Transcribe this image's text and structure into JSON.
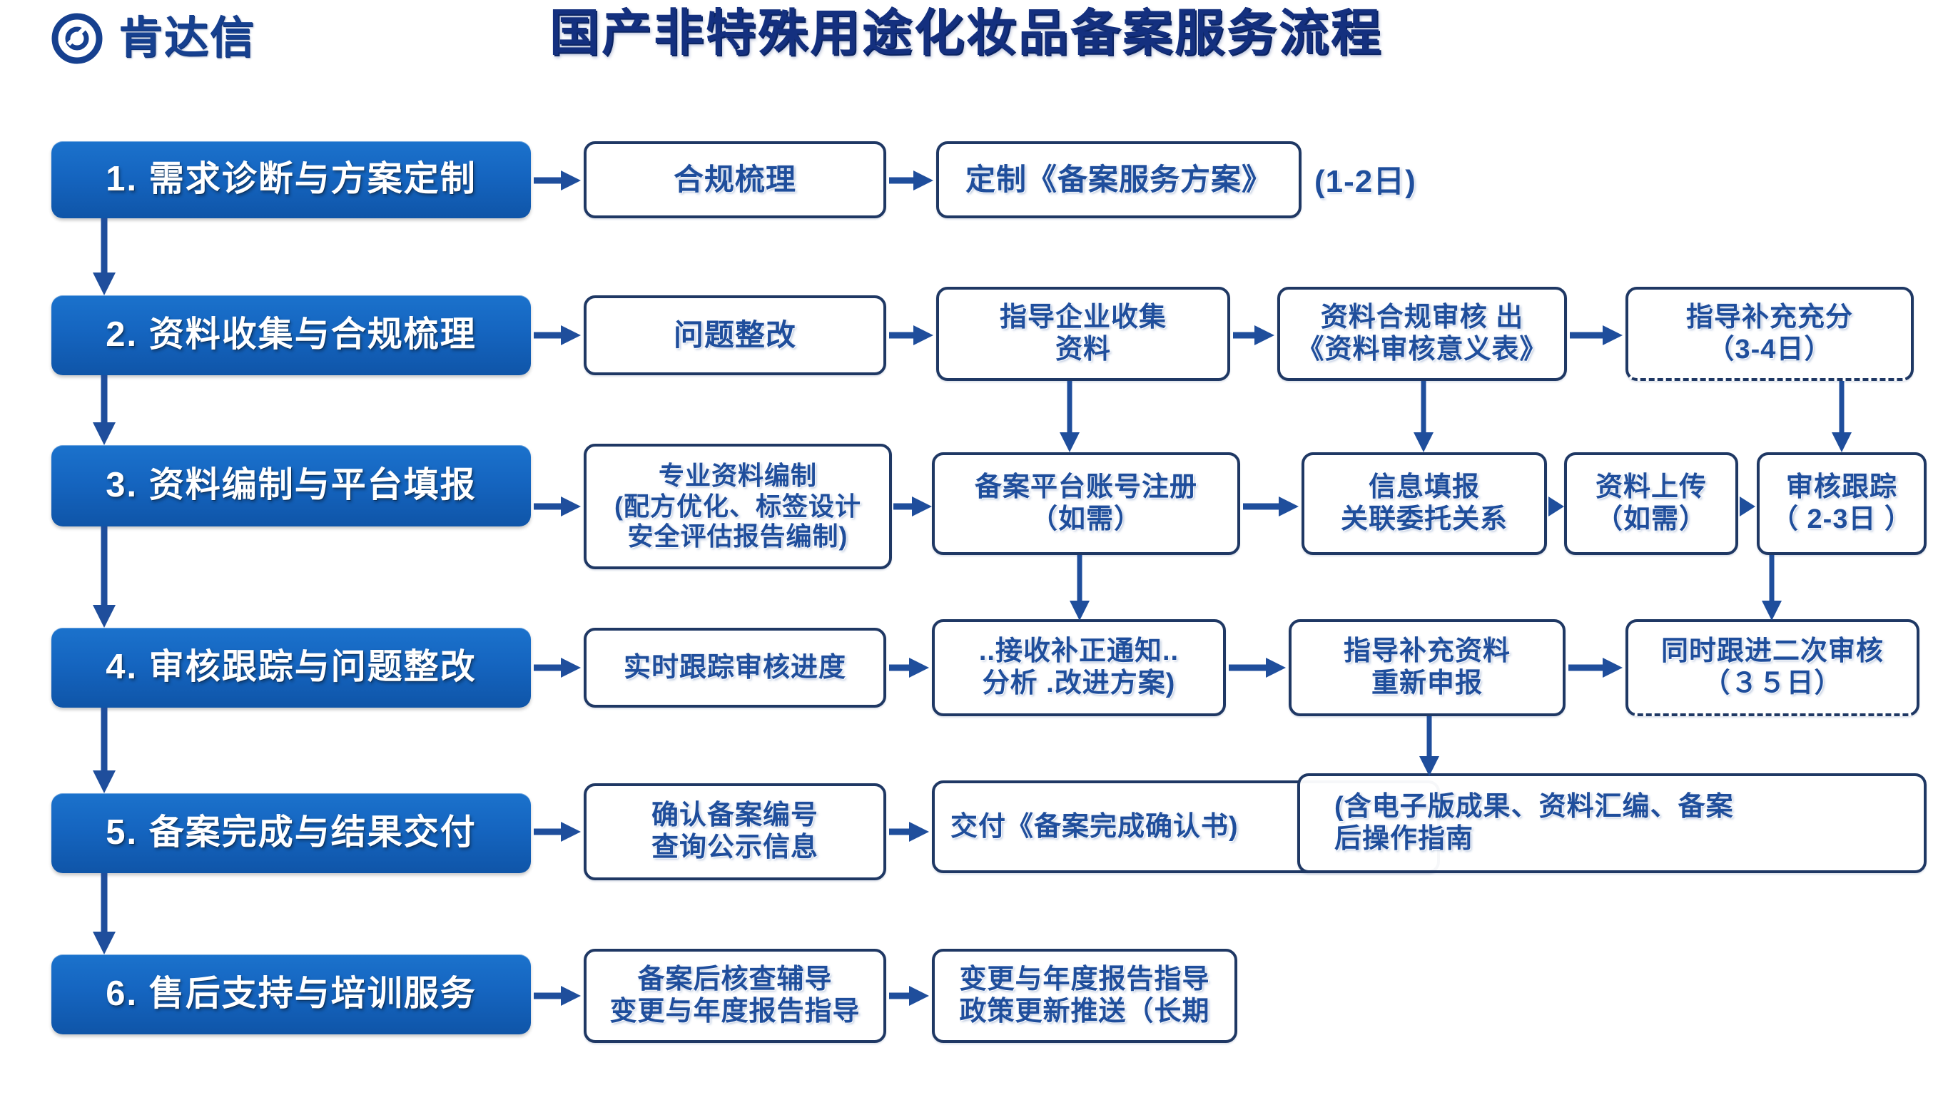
{
  "header": {
    "logo_text": "肯达信",
    "logo_icon": "circular-swirl-logo",
    "title": "国产非特殊用途化妆品备案服务流程"
  },
  "colors": {
    "step_fill": "#1565c0",
    "card_border": "#1f3864",
    "card_text": "#1f4e9c",
    "title_text": "#14307f",
    "arrow": "#1f4e9c"
  },
  "rows": [
    {
      "step": "1.  需求诊断与方案定制",
      "cards": [
        "合规梳理",
        "定制《备案服务方案》"
      ],
      "note": "(1-2日)"
    },
    {
      "step": "2.  资料收集与合规梳理",
      "cards": [
        "问题整改",
        "指导企业收集\n资料",
        "资料合规审核  出\n《资料审核意义表》",
        "指导补充充分\n（3-4日）"
      ]
    },
    {
      "step": "3.  资料编制与平台填报",
      "cards": [
        "专业资料编制\n(配方优化、标签设计\n安全评估报告编制)",
        "备案平台账号注册\n（如需）",
        "信息填报\n关联委托关系",
        "资料上传\n（如需）",
        "审核跟踪\n（ 2-3日 ）"
      ]
    },
    {
      "step": "4.  审核跟踪与问题整改",
      "cards": [
        "实时跟踪审核进度",
        "..接收补正通知..\n分析 .改进方案)",
        "指导补充资料\n重新申报",
        "同时跟进二次审核\n（３５日）"
      ]
    },
    {
      "step": "5.  备案完成与结果交付",
      "cards": [
        "确认备案编号\n查询公示信息",
        "交付《备案完成确认书)",
        "(含电子版成果、资料汇编、备案\n后操作指南"
      ]
    },
    {
      "step": "6.  售后支持与培训服务",
      "cards": [
        "备案后核查辅导\n变更与年度报告指导",
        "变更与年度报告指导\n政策更新推送（长期"
      ]
    }
  ]
}
